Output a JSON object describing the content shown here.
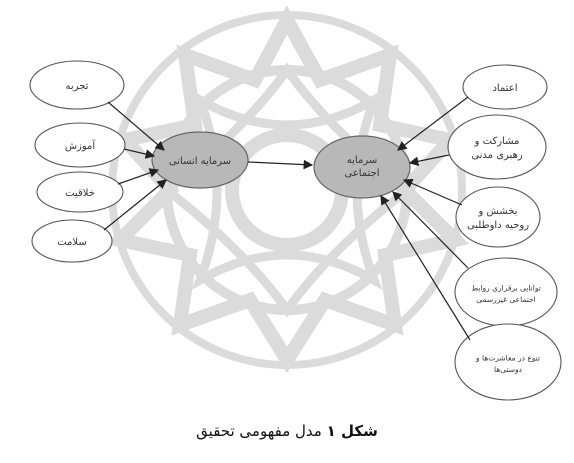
{
  "diagram": {
    "left_nodes": [
      {
        "id": "experience",
        "label": "تجربه"
      },
      {
        "id": "education",
        "label": "آموزش"
      },
      {
        "id": "creativity",
        "label": "خلاقیت"
      },
      {
        "id": "health",
        "label": "سلامت"
      }
    ],
    "center_left": {
      "lines": [
        "سرمایه انسانی"
      ]
    },
    "center_right": {
      "lines": [
        "سرمایه",
        "اجتماعی"
      ]
    },
    "right_nodes": [
      {
        "id": "trust",
        "lines": [
          "اعتماد"
        ]
      },
      {
        "id": "participation",
        "lines": [
          "مشارکت و",
          "رهبری مدنی"
        ]
      },
      {
        "id": "generosity",
        "lines": [
          "بخشش و",
          "روحیه داوطلبی"
        ]
      },
      {
        "id": "relations",
        "lines": [
          "توانایی برقراری روابط",
          "اجتماعی غیررسمی"
        ]
      },
      {
        "id": "diversity",
        "lines": [
          "تنوع در معاشرت‌ها و",
          "دوستی‌ها"
        ]
      }
    ]
  },
  "caption": {
    "bold": "شکل ۱",
    "text": "مدل مفهومی تحقیق"
  },
  "colors": {
    "watermark": "#cfcfcf",
    "center_fill": "#b0b0b0",
    "arrow": "#222222",
    "node_stroke": "#555555"
  }
}
